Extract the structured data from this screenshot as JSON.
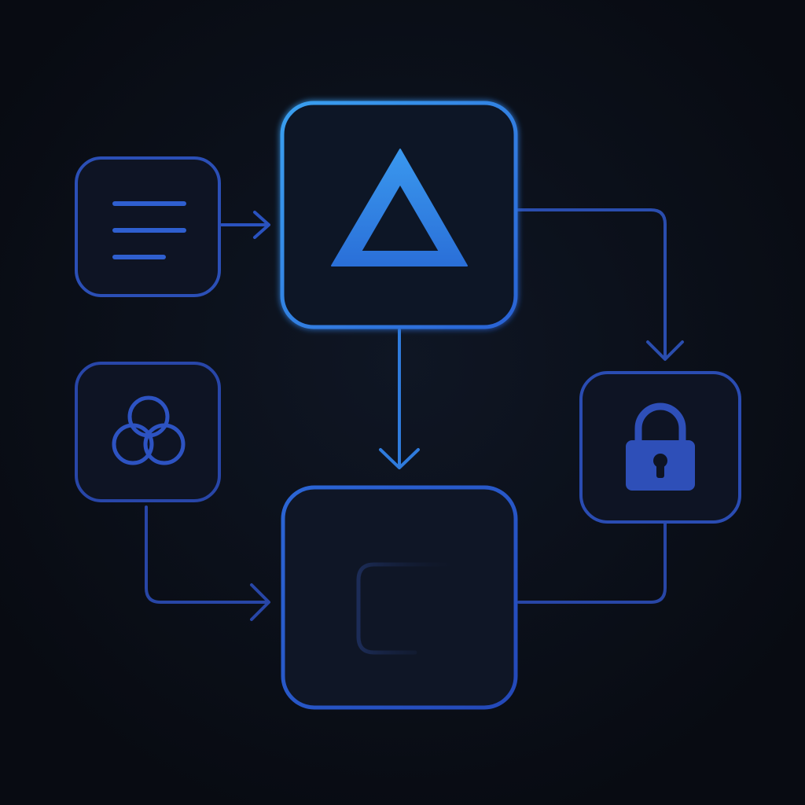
{
  "diagram": {
    "nodes": [
      {
        "id": "document",
        "icon": "document-lines-icon"
      },
      {
        "id": "core",
        "icon": "triangle-icon"
      },
      {
        "id": "overlap",
        "icon": "overlapping-circles-icon"
      },
      {
        "id": "lock",
        "icon": "padlock-icon"
      },
      {
        "id": "hub",
        "icon": "open-square-bracket-icon"
      }
    ],
    "edges": [
      {
        "from": "document",
        "to": "core"
      },
      {
        "from": "core",
        "to": "hub"
      },
      {
        "from": "core",
        "to": "lock"
      },
      {
        "from": "overlap",
        "to": "hub"
      },
      {
        "from": "lock",
        "to": "hub"
      }
    ]
  },
  "colors": {
    "background": "#0b0f17",
    "tile_fill": "#0f1626",
    "accent_bright": "#2e86de",
    "accent_mid": "#2a5fc9",
    "accent_dim": "#24409a",
    "icon_fill": "#2e4fb8"
  }
}
